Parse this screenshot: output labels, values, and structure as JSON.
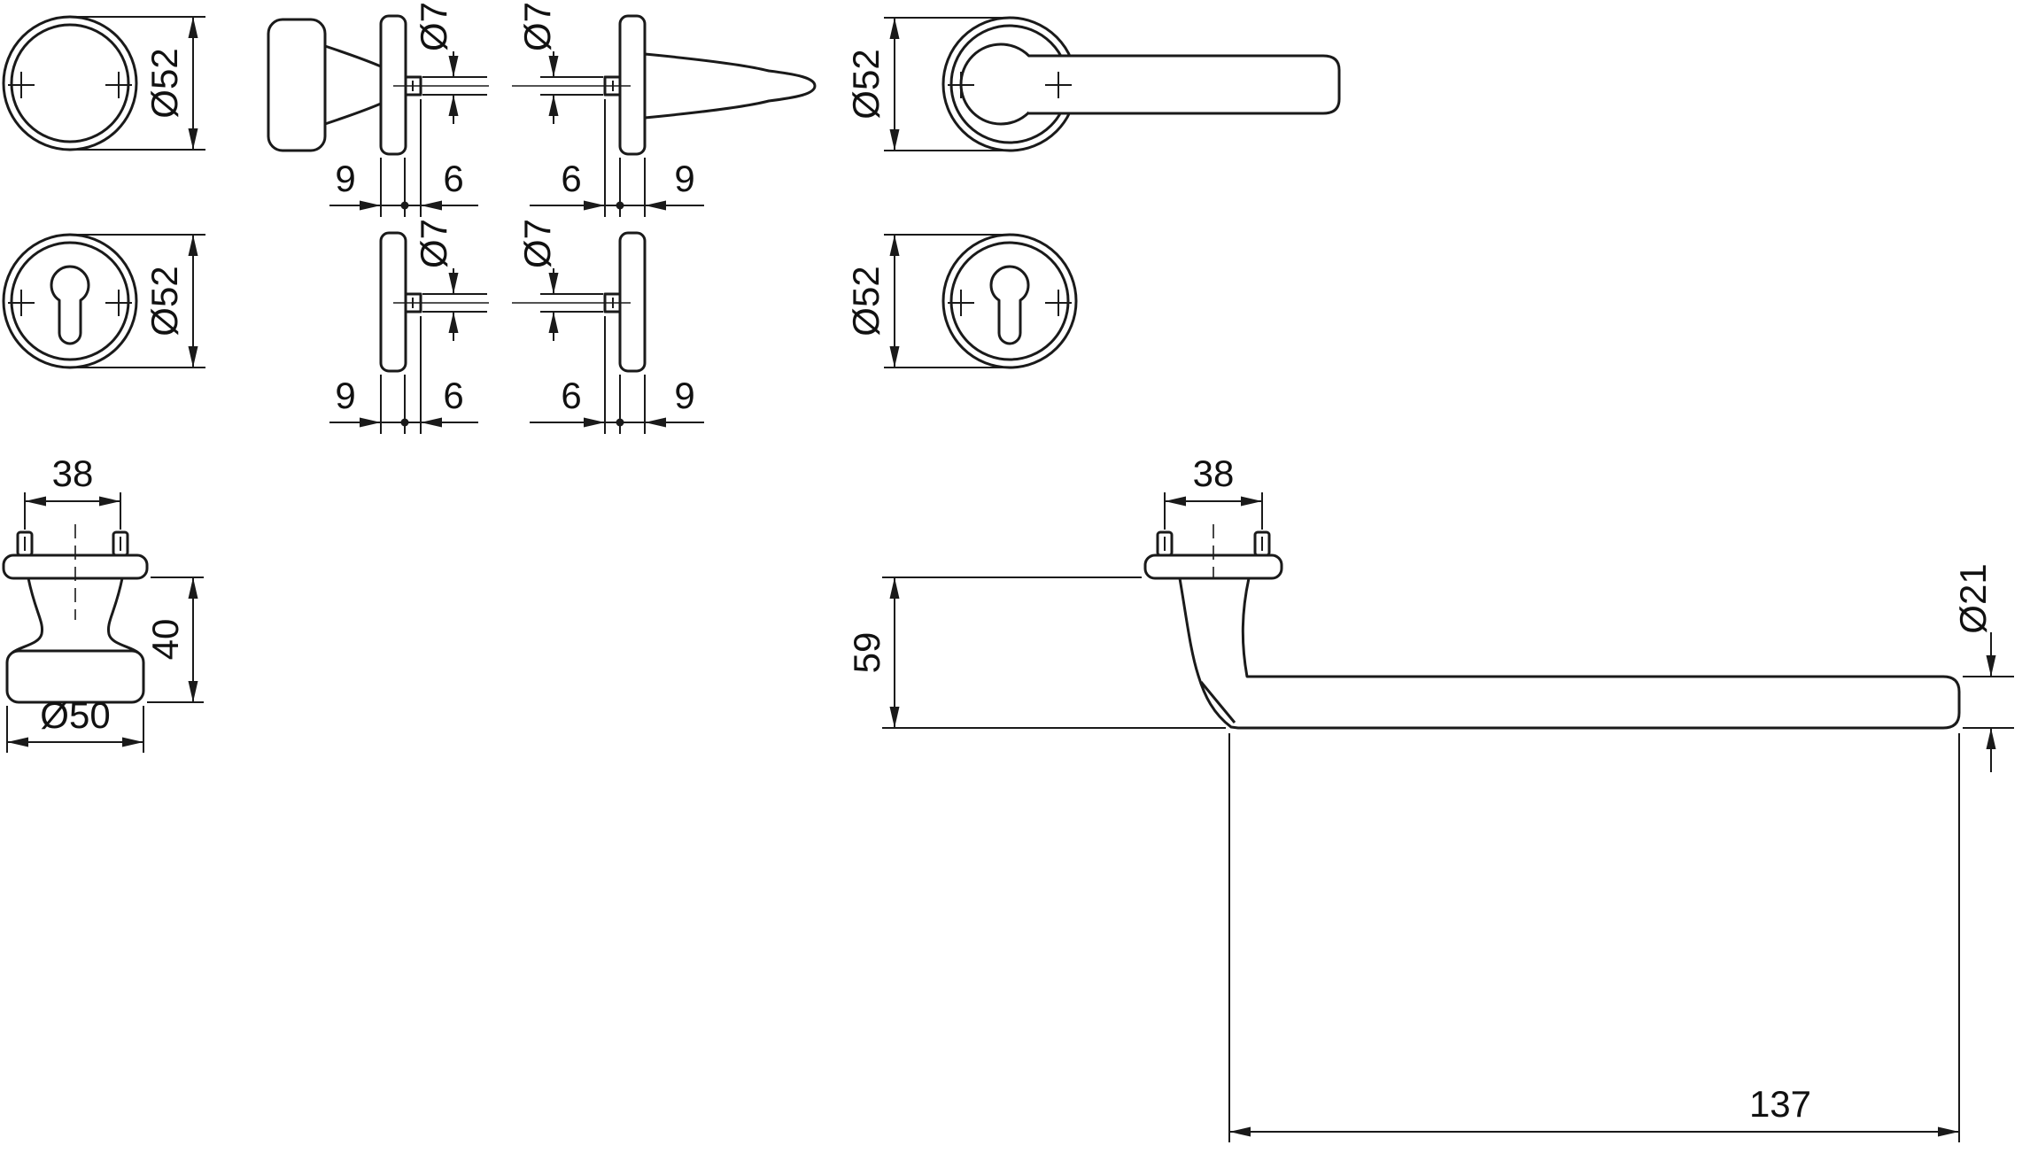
{
  "colors": {
    "line": "#1a1a1a",
    "background": "#ffffff"
  },
  "views": {
    "rosette_blank_front": {
      "dim_diameter": "Ø52"
    },
    "knob_rosette_side": {
      "dim_spindle": "Ø7",
      "dim_thickness": "9",
      "dim_protrusion": "6"
    },
    "lever_rosette_side": {
      "dim_spindle": "Ø7",
      "dim_protrusion": "6",
      "dim_thickness": "9"
    },
    "lever_front": {
      "dim_diameter": "Ø52"
    },
    "cylinder_rosette_front_left": {
      "dim_diameter": "Ø52"
    },
    "cylinder_rosette_side_left": {
      "dim_spindle": "Ø7",
      "dim_thickness": "9",
      "dim_protrusion": "6"
    },
    "cylinder_rosette_side_right": {
      "dim_spindle": "Ø7",
      "dim_protrusion": "6",
      "dim_thickness": "9"
    },
    "cylinder_rosette_front_right": {
      "dim_diameter": "Ø52"
    },
    "knob_side": {
      "dim_screw_spacing": "38",
      "dim_height": "40",
      "dim_knob_diameter": "Ø50"
    },
    "lever_side": {
      "dim_screw_spacing": "38",
      "dim_height": "59",
      "dim_grip_diameter": "Ø21",
      "dim_length": "137"
    }
  }
}
